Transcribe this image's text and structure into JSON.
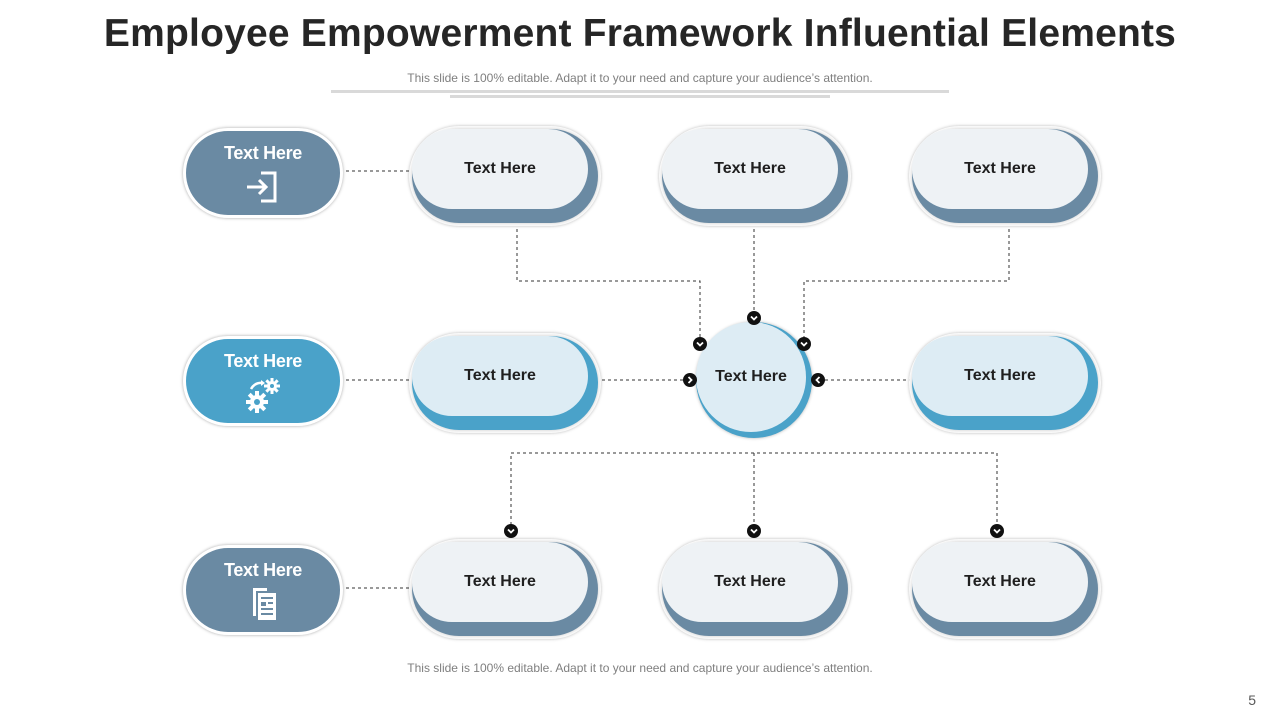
{
  "title": "Employee Empowerment Framework Influential Elements",
  "subtitle_top": "This slide is 100% editable. Adapt it to your need and capture your audience’s attention.",
  "subtitle_bottom": "This slide is 100% editable. Adapt it to your need and capture your audience’s attention.",
  "page_number": "5",
  "categories": [
    {
      "label": "Text Here",
      "icon": "exit-door-icon",
      "color": "#6a8aa3"
    },
    {
      "label": "Text Here",
      "icon": "gears-icon",
      "color": "#4aa2c9"
    },
    {
      "label": "Text Here",
      "icon": "documents-icon",
      "color": "#6a8aa3"
    }
  ],
  "top_row": [
    "Text Here",
    "Text Here",
    "Text Here"
  ],
  "middle_row": [
    "Text Here",
    "Text Here"
  ],
  "bottom_row": [
    "Text Here",
    "Text Here",
    "Text Here"
  ],
  "center_label": "Text Here",
  "colors": {
    "slate": "#6a8aa3",
    "blue": "#4aa2c9",
    "light_slate": "#eef2f5",
    "light_blue": "#ddecf4"
  }
}
